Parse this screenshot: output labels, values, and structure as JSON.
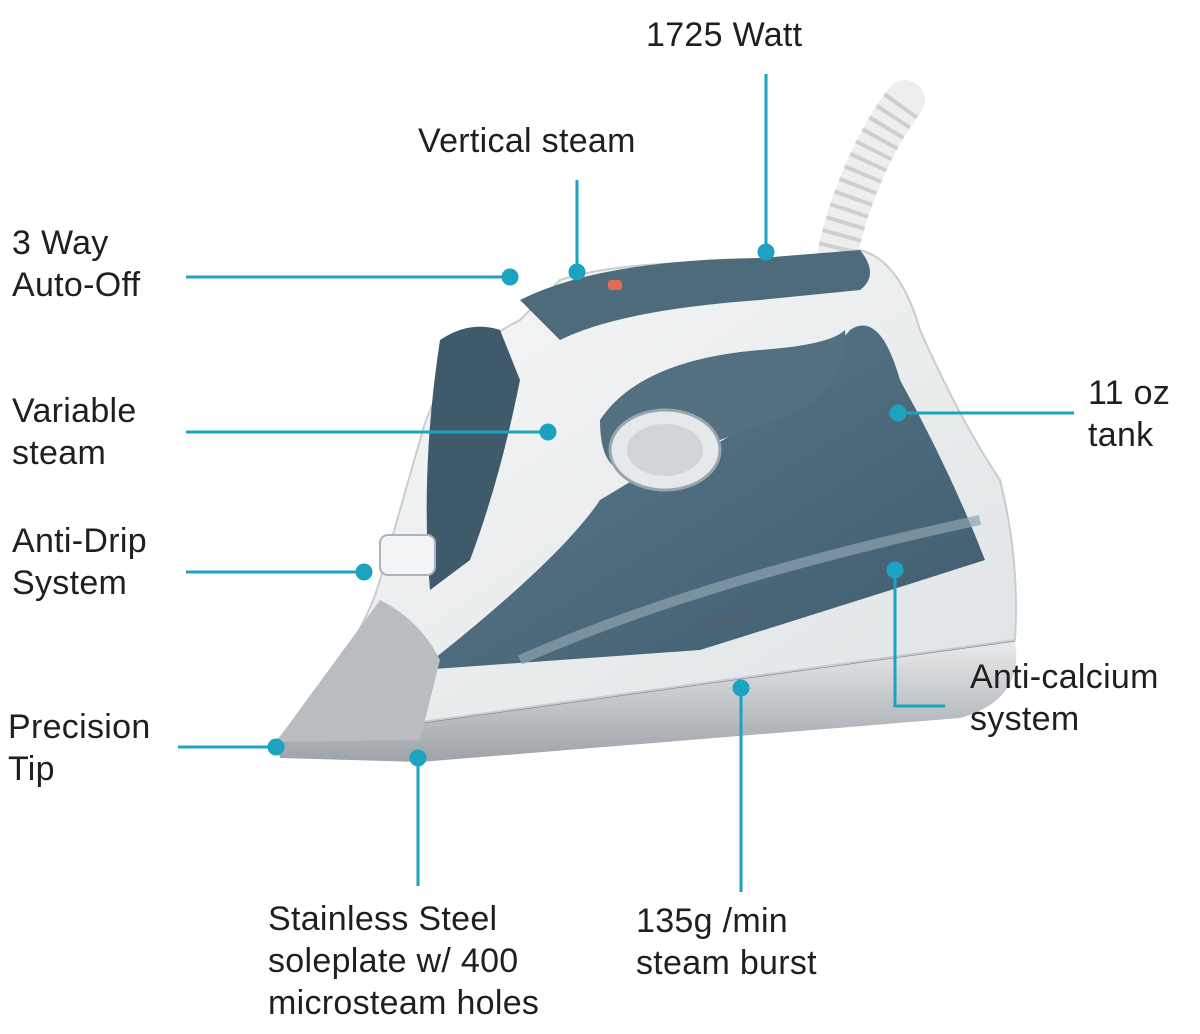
{
  "product_name": "Steam iron",
  "brand_mark": "ROWENTA",
  "accent_color": "#1ba3c0",
  "features": {
    "wattage": {
      "lines": [
        "1725 Watt"
      ]
    },
    "vertical_steam": {
      "lines": [
        "Vertical steam"
      ]
    },
    "auto_off": {
      "lines": [
        "3 Way",
        "Auto-Off"
      ]
    },
    "variable_steam": {
      "lines": [
        "Variable",
        "steam"
      ]
    },
    "anti_drip": {
      "lines": [
        "Anti-Drip",
        "System"
      ]
    },
    "precision_tip": {
      "lines": [
        "Precision",
        "Tip"
      ]
    },
    "soleplate": {
      "lines": [
        "Stainless Steel",
        "soleplate w/ 400",
        "microsteam holes"
      ]
    },
    "steam_burst": {
      "lines": [
        "135g /min",
        "steam burst"
      ]
    },
    "anti_calcium": {
      "lines": [
        "Anti-calcium",
        "system"
      ]
    },
    "tank": {
      "lines": [
        "11 oz",
        "tank"
      ]
    }
  }
}
